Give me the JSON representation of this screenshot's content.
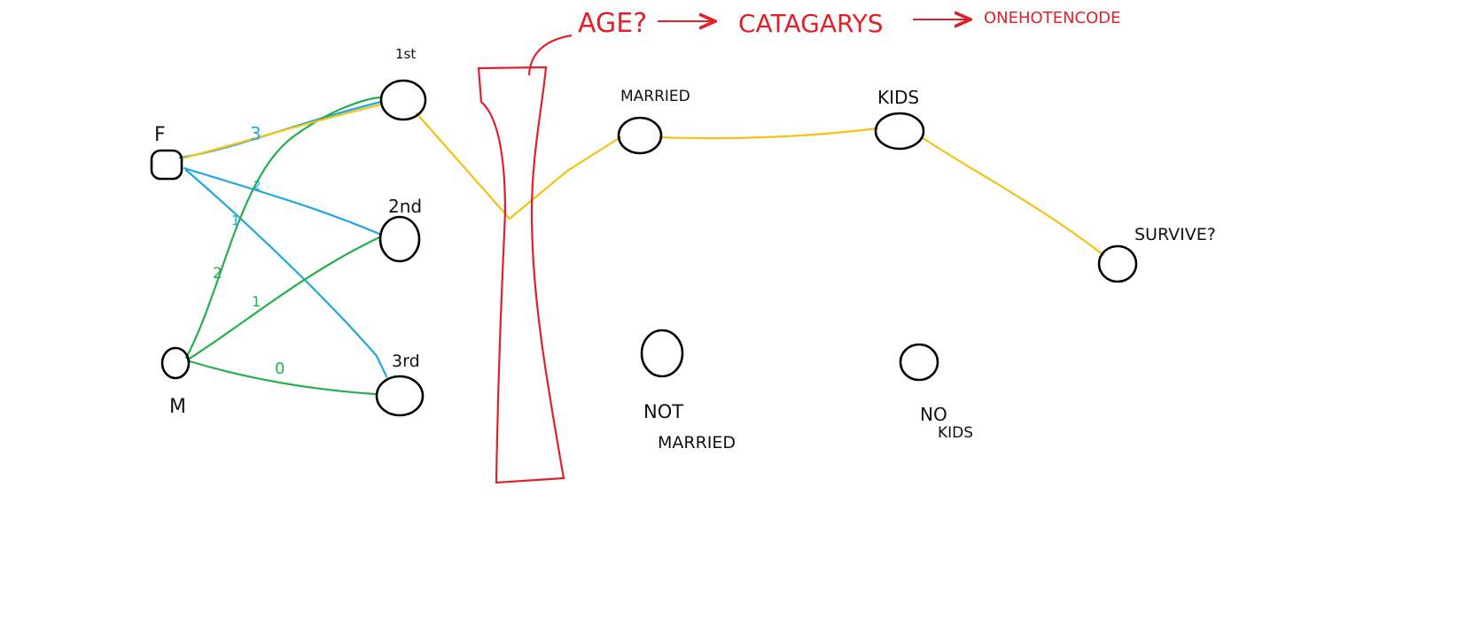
{
  "colors": {
    "female_edges": "#1ea7e1",
    "male_edges": "#22b04b",
    "path": "#f5c211",
    "annotation": "#e0202a",
    "ink": "#111111"
  },
  "gender_nodes": {
    "female": "F",
    "male": "M"
  },
  "class_nodes": {
    "first": "1st",
    "second": "2nd",
    "third": "3rd"
  },
  "edge_weights": {
    "female_first": "3",
    "female_second": "2",
    "female_third": "1",
    "male_first": "2",
    "male_second": "1",
    "male_third": "0"
  },
  "annotation": {
    "age": "AGE?",
    "categories": "CATAGARYS",
    "encoding": "ONEHOTENCODE"
  },
  "status_nodes": {
    "married": "MARRIED",
    "kids": "KIDS",
    "survive": "SURVIVE?",
    "not_married_line1": "NOT",
    "not_married_line2": "MARRIED",
    "no_kids_line1": "NO",
    "no_kids_line2": "KIDS"
  }
}
